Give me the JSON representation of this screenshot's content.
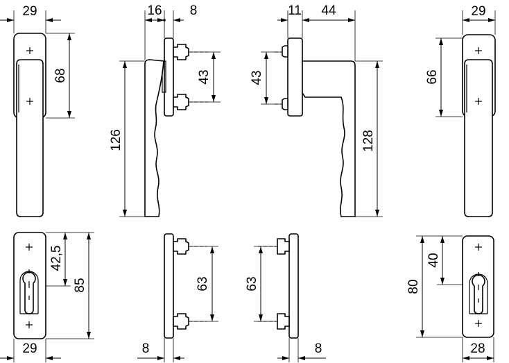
{
  "colors": {
    "line": "#000000",
    "background": "#ffffff"
  },
  "icons": [
    "screw-hole-icon",
    "profile-cylinder-hole-icon"
  ],
  "dimensions": {
    "top_front_left_width": "29",
    "top_front_left_rose_height": "68",
    "top_side_left_rose": "16",
    "top_side_left_spindle": "8",
    "top_side_left_spacing": "43",
    "top_side_left_handle_length": "126",
    "top_side_right_rose": "11",
    "top_side_right_projection": "44",
    "top_side_right_spacing": "43",
    "top_side_right_handle_length": "128",
    "top_front_right_width": "29",
    "top_front_right_rose_height": "66",
    "bottom_front_left_width": "29",
    "bottom_front_left_half": "42,5",
    "bottom_front_left_height": "85",
    "bottom_side_left_thickness": "8",
    "bottom_side_left_spacing": "63",
    "bottom_side_right_spacing": "63",
    "bottom_side_right_thickness": "8",
    "bottom_front_right_height": "80",
    "bottom_front_right_half": "40",
    "bottom_front_right_width": "28"
  }
}
